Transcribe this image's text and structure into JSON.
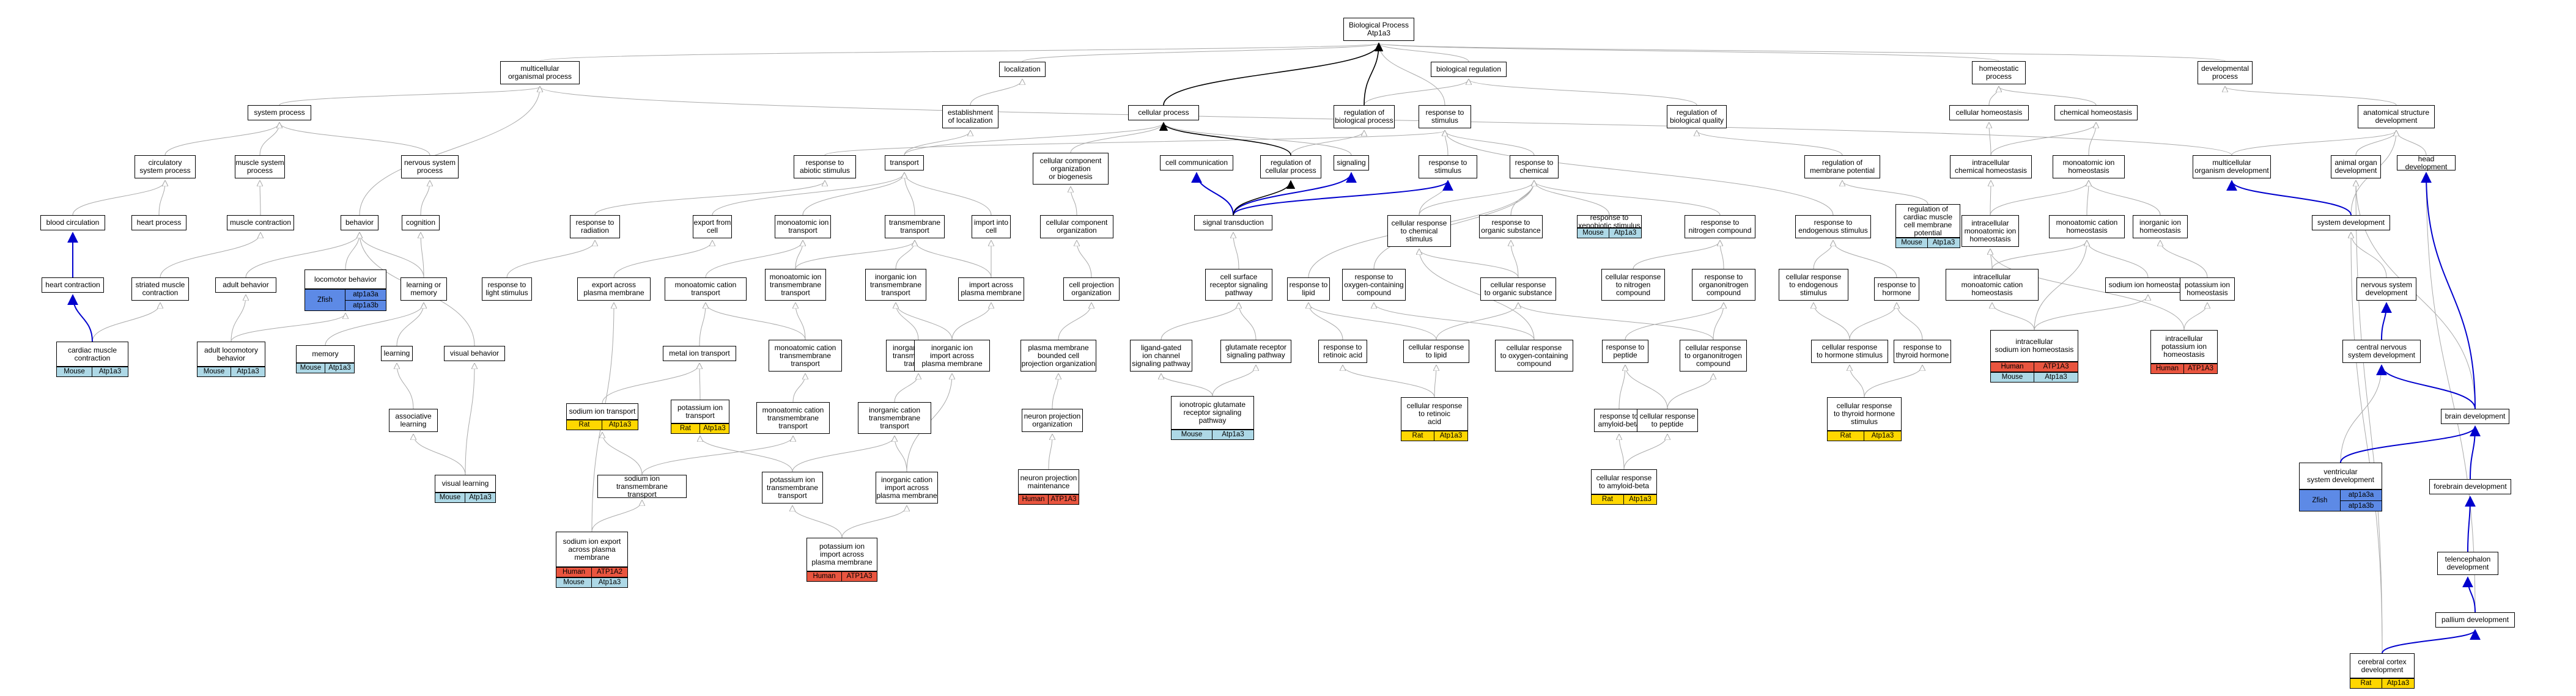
{
  "colors": {
    "mouse": "#add8e6",
    "rat": "#ffd700",
    "human": "#e9553f",
    "zebrafish": "#5d8ae6",
    "gray_edge": "#a9a9a9",
    "blue_edge": "#0000cd",
    "black_edge": "#000000"
  },
  "nodes": {
    "bp": {
      "label": "Biological Process\nAtp1a3"
    },
    "mop": {
      "label": "multicellular\norganismal process"
    },
    "loc": {
      "label": "localization"
    },
    "breg": {
      "label": "biological regulation"
    },
    "homp": {
      "label": "homeostatic\nprocess"
    },
    "devp": {
      "label": "developmental\nprocess"
    },
    "sysp": {
      "label": "system process"
    },
    "eoloc": {
      "label": "establishment\nof localization"
    },
    "cellp": {
      "label": "cellular process"
    },
    "regbp": {
      "label": "regulation of\nbiological process"
    },
    "rstim": {
      "label": "response to\nstimulus"
    },
    "regbq": {
      "label": "regulation of\nbiological quality"
    },
    "cellhom": {
      "label": "cellular homeostasis"
    },
    "chemhom": {
      "label": "chemical homeostasis"
    },
    "asd": {
      "label": "anatomical structure\ndevelopment"
    },
    "circ": {
      "label": "circulatory\nsystem process"
    },
    "musc": {
      "label": "muscle system\nprocess"
    },
    "nerv": {
      "label": "nervous system\nprocess"
    },
    "rabio": {
      "label": "response to\nabiotic stimulus"
    },
    "transport": {
      "label": "transport"
    },
    "ccob": {
      "label": "cellular component\norganization\nor biogenesis"
    },
    "cellcomm": {
      "label": "cell communication"
    },
    "regcp": {
      "label": "regulation of\ncellular process"
    },
    "signaling": {
      "label": "signaling"
    },
    "rtostim": {
      "label": "response to\nstimulus"
    },
    "rchem": {
      "label": "response to\nchemical"
    },
    "regmp": {
      "label": "regulation of\nmembrane potential"
    },
    "icchom": {
      "label": "intracellular\nchemical homeostasis"
    },
    "monohom": {
      "label": "monoatomic ion\nhomeostasis"
    },
    "mcod": {
      "label": "multicellular\norganism development"
    },
    "aod": {
      "label": "animal organ\ndevelopment"
    },
    "headdev": {
      "label": "head development"
    },
    "bloodcirc": {
      "label": "blood circulation"
    },
    "heartp": {
      "label": "heart process"
    },
    "muscon": {
      "label": "muscle contraction"
    },
    "behavior": {
      "label": "behavior"
    },
    "cognition": {
      "label": "cognition"
    },
    "rrad": {
      "label": "response to\nradiation"
    },
    "exportcell": {
      "label": "export from\ncell"
    },
    "monotrans": {
      "label": "monoatomic ion\ntransport"
    },
    "tmtrans": {
      "label": "transmembrane\ntransport"
    },
    "importcell": {
      "label": "import into\ncell"
    },
    "ccorg": {
      "label": "cellular component\norganization"
    },
    "sigtrans": {
      "label": "signal transduction"
    },
    "crchem": {
      "label": "cellular response\nto chemical\nstimulus"
    },
    "rorg": {
      "label": "response to\norganic substance"
    },
    "rxeno": {
      "label": "response to\nxenobiotic stimulus"
    },
    "rnitro": {
      "label": "response to\nnitrogen compound"
    },
    "rendo": {
      "label": "response to\nendogenous stimulus"
    },
    "regcard": {
      "label": "regulation of\ncardiac muscle\ncell membrane\npotential"
    },
    "icmono": {
      "label": "intracellular\nmonoatomic ion\nhomeostasis"
    },
    "moncat": {
      "label": "monoatomic cation\nhomeostasis"
    },
    "inorghom": {
      "label": "inorganic ion\nhomeostasis"
    },
    "sysdev": {
      "label": "system development"
    },
    "heartcon": {
      "label": "heart contraction"
    },
    "striated": {
      "label": "striated muscle\ncontraction"
    },
    "adultbeh": {
      "label": "adult behavior"
    },
    "locobeh": {
      "label": "locomotor behavior"
    },
    "learnmem": {
      "label": "learning or\nmemory"
    },
    "rlight": {
      "label": "response to\nlight stimulus"
    },
    "exportpm": {
      "label": "export across\nplasma membrane"
    },
    "monocat": {
      "label": "monoatomic cation\ntransport"
    },
    "monotm": {
      "label": "monoatomic ion\ntransmembrane\ntransport"
    },
    "inorgtm": {
      "label": "inorganic ion\ntransmembrane\ntransport"
    },
    "importpm": {
      "label": "import across\nplasma membrane"
    },
    "cellproj": {
      "label": "cell projection\norganization"
    },
    "cellsurf": {
      "label": "cell surface\nreceptor signaling\npathway"
    },
    "rlipid": {
      "label": "response to\nlipid"
    },
    "roxy": {
      "label": "response to\noxygen-containing\ncompound"
    },
    "crorg": {
      "label": "cellular response\nto organic substance"
    },
    "crnitro": {
      "label": "cellular response\nto nitrogen\ncompound"
    },
    "rorgano": {
      "label": "response to\norganonitrogen\ncompound"
    },
    "crendo": {
      "label": "cellular response\nto endogenous\nstimulus"
    },
    "rhorm": {
      "label": "response to\nhormone"
    },
    "icsodium": {
      "label": "intracellular\nmonoatomic cation\nhomeostasis"
    },
    "sodhom": {
      "label": "sodium ion homeostasis"
    },
    "pothom": {
      "label": "potassium ion\nhomeostasis"
    },
    "nsd": {
      "label": "nervous system\ndevelopment"
    },
    "cardiac": {
      "label": "cardiac muscle\ncontraction"
    },
    "adultloco": {
      "label": "adult locomotory\nbehavior"
    },
    "memory": {
      "label": "memory"
    },
    "learning": {
      "label": "learning"
    },
    "visbeh": {
      "label": "visual behavior"
    },
    "metaltr": {
      "label": "metal ion transport"
    },
    "moncattm": {
      "label": "monoatomic cation\ntransmembrane\ntransport"
    },
    "inorgcattm": {
      "label": "inorganic cation\ntransmembrane\ntransport"
    },
    "inorgimp": {
      "label": "inorganic ion\nimport across\nplasma membrane"
    },
    "pmbcpo": {
      "label": "plasma membrane\nbounded cell\nprojection organization"
    },
    "ligand": {
      "label": "ligand-gated\nion channel\nsignaling pathway"
    },
    "glut": {
      "label": "glutamate receptor\nsignaling pathway"
    },
    "rretacid": {
      "label": "response to\nretinoic acid"
    },
    "crlipid": {
      "label": "cellular response\nto lipid"
    },
    "croxy": {
      "label": "cellular response\nto oxygen-containing\ncompound"
    },
    "rpeptide": {
      "label": "response to\npeptide"
    },
    "crorgano": {
      "label": "cellular response\nto organonitrogen\ncompound"
    },
    "crhorm": {
      "label": "cellular response\nto hormone stimulus"
    },
    "rthyroid": {
      "label": "response to\nthyroid hormone"
    },
    "icsodhom": {
      "label": "intracellular\nsodium ion homeostasis"
    },
    "icpot": {
      "label": "intracellular\npotassium ion\nhomeostasis"
    },
    "cnsdev": {
      "label": "central nervous\nsystem development"
    },
    "assoc": {
      "label": "associative\nlearning"
    },
    "sodtr": {
      "label": "sodium ion transport"
    },
    "pottr": {
      "label": "potassium ion\ntransport"
    },
    "moncattm2": {
      "label": "monoatomic cation\ntransmembrane\ntransport"
    },
    "inorgcattm2": {
      "label": "inorganic cation\ntransmembrane\ntransport"
    },
    "neuroproj": {
      "label": "neuron projection\norganization"
    },
    "ionglut": {
      "label": "ionotropic glutamate\nreceptor signaling\npathway"
    },
    "crretacid": {
      "label": "cellular response\nto retinoic\nacid"
    },
    "ramyloid": {
      "label": "response to\namyloid-beta"
    },
    "crpeptide": {
      "label": "cellular response\nto peptide"
    },
    "crthyroid": {
      "label": "cellular response\nto thyroid hormone\nstimulus"
    },
    "braindev": {
      "label": "brain development"
    },
    "vislearn": {
      "label": "visual learning"
    },
    "sodtm": {
      "label": "sodium ion transmembrane\ntransport"
    },
    "pottm": {
      "label": "potassium ion\ntransmembrane\ntransport"
    },
    "inorgcatimp": {
      "label": "inorganic cation\nimport across\nplasma membrane"
    },
    "neuromaint": {
      "label": "neuron projection\nmaintenance"
    },
    "cramyloid": {
      "label": "cellular response\nto amyloid-beta"
    },
    "ventric": {
      "label": "ventricular\nsystem development"
    },
    "forebrain": {
      "label": "forebrain development"
    },
    "sodexp": {
      "label": "sodium ion export\nacross plasma\nmembrane"
    },
    "potimp": {
      "label": "potassium ion\nimport across\nplasma membrane"
    },
    "telen": {
      "label": "telencephalon\ndevelopment"
    },
    "pallium": {
      "label": "pallium development"
    },
    "cortex": {
      "label": "cerebral cortex\ndevelopment"
    }
  },
  "annotations": {
    "cardiac": [
      {
        "species": "Mouse",
        "gene": "Atp1a3"
      }
    ],
    "adultloco": [
      {
        "species": "Mouse",
        "gene": "Atp1a3"
      }
    ],
    "memory": [
      {
        "species": "Mouse",
        "gene": "Atp1a3"
      }
    ],
    "vislearn": [
      {
        "species": "Mouse",
        "gene": "Atp1a3"
      }
    ],
    "rxeno": [
      {
        "species": "Mouse",
        "gene": "Atp1a3"
      }
    ],
    "regcard": [
      {
        "species": "Mouse",
        "gene": "Atp1a3"
      }
    ],
    "ionglut": [
      {
        "species": "Mouse",
        "gene": "Atp1a3"
      }
    ],
    "sodtr": [
      {
        "species": "Rat",
        "gene": "Atp1a3"
      }
    ],
    "pottr": [
      {
        "species": "Rat",
        "gene": "Atp1a3"
      }
    ],
    "crretacid": [
      {
        "species": "Rat",
        "gene": "Atp1a3"
      }
    ],
    "cramyloid": [
      {
        "species": "Rat",
        "gene": "Atp1a3"
      }
    ],
    "crthyroid": [
      {
        "species": "Rat",
        "gene": "Atp1a3"
      }
    ],
    "cortex": [
      {
        "species": "Rat",
        "gene": "Atp1a3"
      }
    ],
    "neuromaint": [
      {
        "species": "Human",
        "gene": "ATP1A3"
      }
    ],
    "potimp": [
      {
        "species": "Human",
        "gene": "ATP1A3"
      }
    ],
    "icpot": [
      {
        "species": "Human",
        "gene": "ATP1A3"
      }
    ],
    "sodexp": [
      {
        "species": "Human",
        "gene": "ATP1A2"
      },
      {
        "species": "Mouse",
        "gene": "Atp1a3"
      }
    ],
    "icsodhom": [
      {
        "species": "Human",
        "gene": "ATP1A3"
      },
      {
        "species": "Mouse",
        "gene": "Atp1a3"
      }
    ],
    "locobeh": [
      {
        "species": "Zfish",
        "genes": [
          "atp1a3a",
          "atp1a3b"
        ]
      }
    ],
    "ventric": [
      {
        "species": "Zfish",
        "genes": [
          "atp1a3a",
          "atp1a3b"
        ]
      }
    ]
  }
}
